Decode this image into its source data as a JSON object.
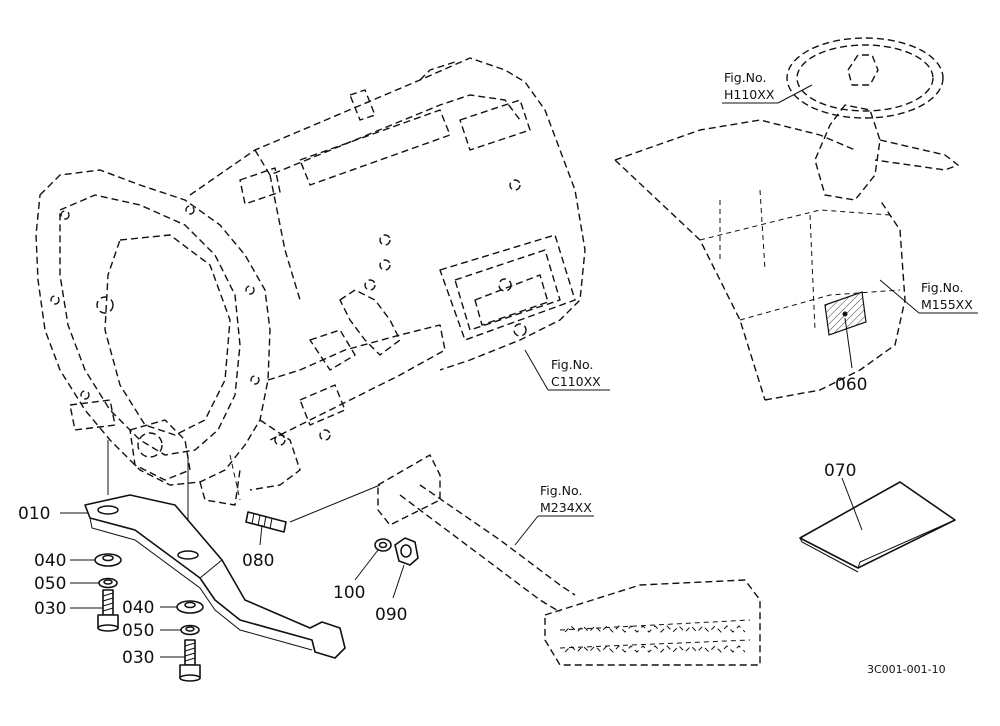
{
  "parts": [
    {
      "id": "p010",
      "number": "010"
    },
    {
      "id": "p040a",
      "number": "040"
    },
    {
      "id": "p050a",
      "number": "050"
    },
    {
      "id": "p030a",
      "number": "030"
    },
    {
      "id": "p040b",
      "number": "040"
    },
    {
      "id": "p050b",
      "number": "050"
    },
    {
      "id": "p030b",
      "number": "030"
    },
    {
      "id": "p080",
      "number": "080"
    },
    {
      "id": "p100",
      "number": "100"
    },
    {
      "id": "p090",
      "number": "090"
    },
    {
      "id": "p060",
      "number": "060"
    },
    {
      "id": "p070",
      "number": "070"
    }
  ],
  "figure_refs": [
    {
      "label": "Fig.No.",
      "code": "H110XX"
    },
    {
      "label": "Fig.No.",
      "code": "M155XX"
    },
    {
      "label": "Fig.No.",
      "code": "C110XX"
    },
    {
      "label": "Fig.No.",
      "code": "M234XX"
    }
  ],
  "drawing_id": "3C001-001-10"
}
